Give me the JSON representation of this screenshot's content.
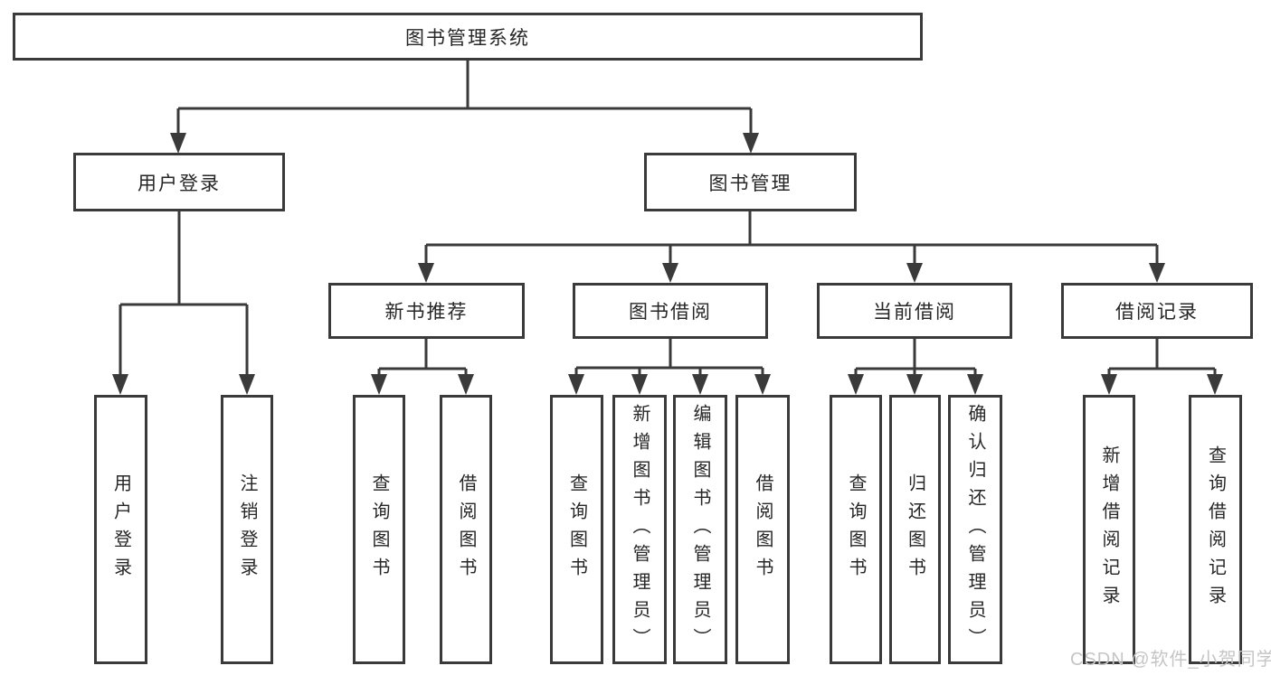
{
  "diagram": {
    "root": {
      "label": "图书管理系统"
    },
    "level2": [
      {
        "label": "用户登录"
      },
      {
        "label": "图书管理"
      }
    ],
    "level3": [
      {
        "label": "新书推荐"
      },
      {
        "label": "图书借阅"
      },
      {
        "label": "当前借阅"
      },
      {
        "label": "借阅记录"
      }
    ],
    "leaves": [
      {
        "parent": "用户登录",
        "label": "用户登录"
      },
      {
        "parent": "用户登录",
        "label": "注销登录"
      },
      {
        "parent": "新书推荐",
        "label": "查询图书"
      },
      {
        "parent": "新书推荐",
        "label": "借阅图书"
      },
      {
        "parent": "图书借阅",
        "label": "查询图书"
      },
      {
        "parent": "图书借阅",
        "label": "新增图书（管理员）"
      },
      {
        "parent": "图书借阅",
        "label": "编辑图书（管理员）"
      },
      {
        "parent": "图书借阅",
        "label": "借阅图书"
      },
      {
        "parent": "当前借阅",
        "label": "查询图书"
      },
      {
        "parent": "当前借阅",
        "label": "归还图书"
      },
      {
        "parent": "当前借阅",
        "label": "确认归还（管理员）"
      },
      {
        "parent": "借阅记录",
        "label": "新增借阅记录"
      },
      {
        "parent": "借阅记录",
        "label": "查询借阅记录"
      }
    ]
  },
  "watermark": {
    "text": "CSDN @软件_小贺同学",
    "color": "#c5c5c5"
  },
  "colors": {
    "line": "#3a3a3a",
    "box_border": "#3a3a3a",
    "text": "#262626",
    "background": "#ffffff"
  }
}
